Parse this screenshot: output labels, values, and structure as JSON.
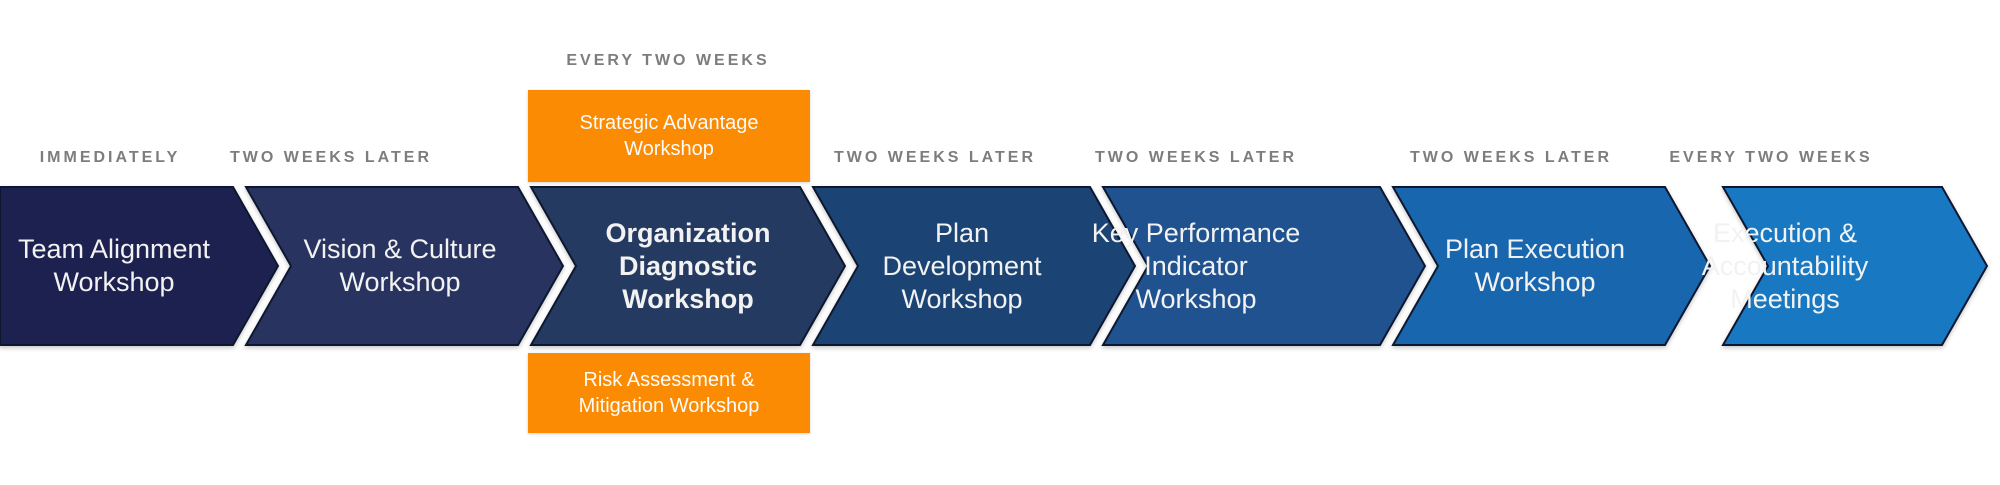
{
  "timeline": {
    "step_text_color": "#f2f2f2",
    "label_color": "#7d7d7d",
    "outline_color": "#0d1830",
    "steps": [
      {
        "schedule": "IMMEDIATELY",
        "title": "Team Alignment\nWorkshop",
        "color": "#1d2150"
      },
      {
        "schedule": "TWO WEEKS LATER",
        "title": "Vision & Culture\nWorkshop",
        "color": "#28345f"
      },
      {
        "schedule": "EVERY TWO WEEKS",
        "title": "Organization\nDiagnostic\nWorkshop",
        "color": "#243a60"
      },
      {
        "schedule": "TWO WEEKS LATER",
        "title": "Plan\nDevelopment\nWorkshop",
        "color": "#1b4373"
      },
      {
        "schedule": "TWO WEEKS LATER",
        "title": "Key Performance\nIndicator\nWorkshop",
        "color": "#1f528f"
      },
      {
        "schedule": "TWO WEEKS LATER",
        "title": "Plan Execution\nWorkshop",
        "color": "#1766ae"
      },
      {
        "schedule": "EVERY TWO WEEKS",
        "title": "Execution &\nAccountability\nMeetings",
        "color": "#1878c1"
      }
    ],
    "biweekly_boxes": {
      "color": "#fa8b02",
      "text_color": "#fcfcfc",
      "top": {
        "title": "Strategic Advantage\nWorkshop"
      },
      "bottom": {
        "title": "Risk Assessment &\nMitigation Workshop"
      }
    }
  }
}
